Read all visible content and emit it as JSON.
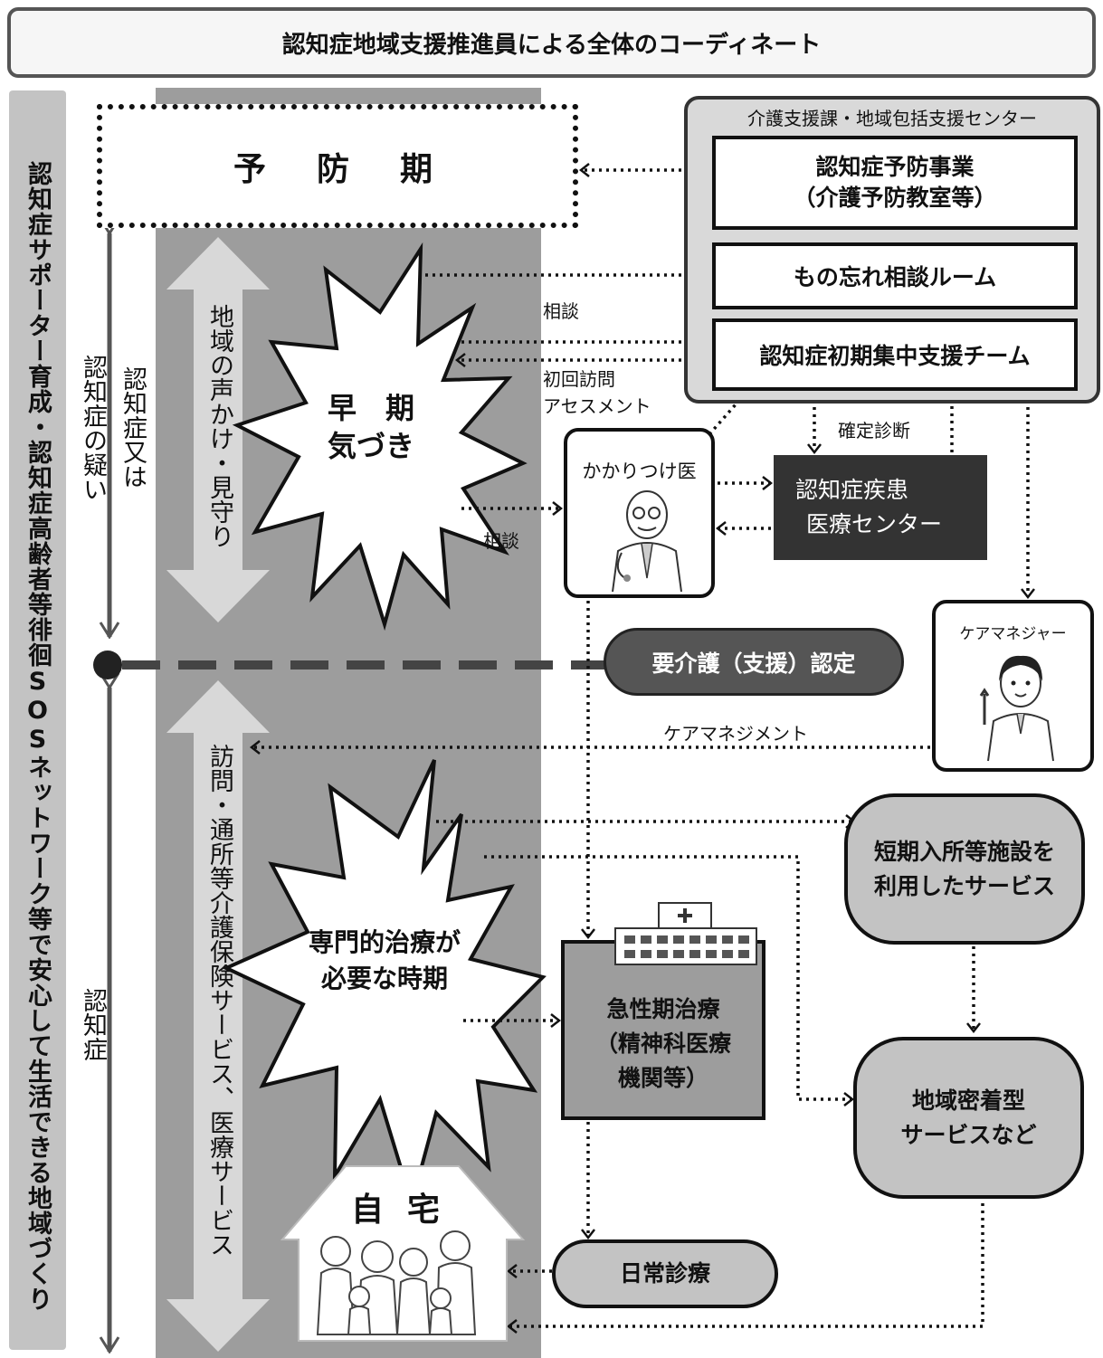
{
  "title": "認知症地域支援推進員による全体のコーディネート",
  "left_strip": "認知症サポーター育成・認知症高齢者等徘徊SOSネットワーク等で安心して生活できる地域づくり",
  "stage_suspect": "認知症の疑い",
  "stage_dementia_or": "認知症又は",
  "stage_dementia": "認知症",
  "band_upper": "地域の声かけ・見守り",
  "band_lower": "訪問・通所等介護保険サービス、医療サービス",
  "prevention_period": "予　防　期",
  "early_awareness": [
    "早　期",
    "気づき"
  ],
  "specialist_period": [
    "専門的治療が",
    "必要な時期"
  ],
  "center": {
    "label": "介護支援課・地域包括支援センター",
    "prevention_program": [
      "認知症予防事業",
      "（介護予防教室等）"
    ],
    "forgetful_room": "もの忘れ相談ルーム",
    "initial_team": "認知症初期集中支援チーム"
  },
  "family_doctor": "かかりつけ医",
  "medical_center": [
    "認知症疾患",
    "医療センター"
  ],
  "care_manager": "ケアマネジャー",
  "care_certification": "要介護（支援）認定",
  "short_stay": [
    "短期入所等施設を",
    "利用したサービス"
  ],
  "community_service": [
    "地域密着型",
    "サービスなど"
  ],
  "acute_treatment": [
    "急性期治療",
    "（精神科医療",
    "機関等）"
  ],
  "daily_care": "日常診療",
  "home": "自宅",
  "labels": {
    "consult_1": "相談",
    "first_visit": [
      "初回訪問",
      "アセスメント"
    ],
    "consult_2": "相談",
    "diagnosis": "確定診断",
    "care_management": "ケアマネジメント"
  }
}
